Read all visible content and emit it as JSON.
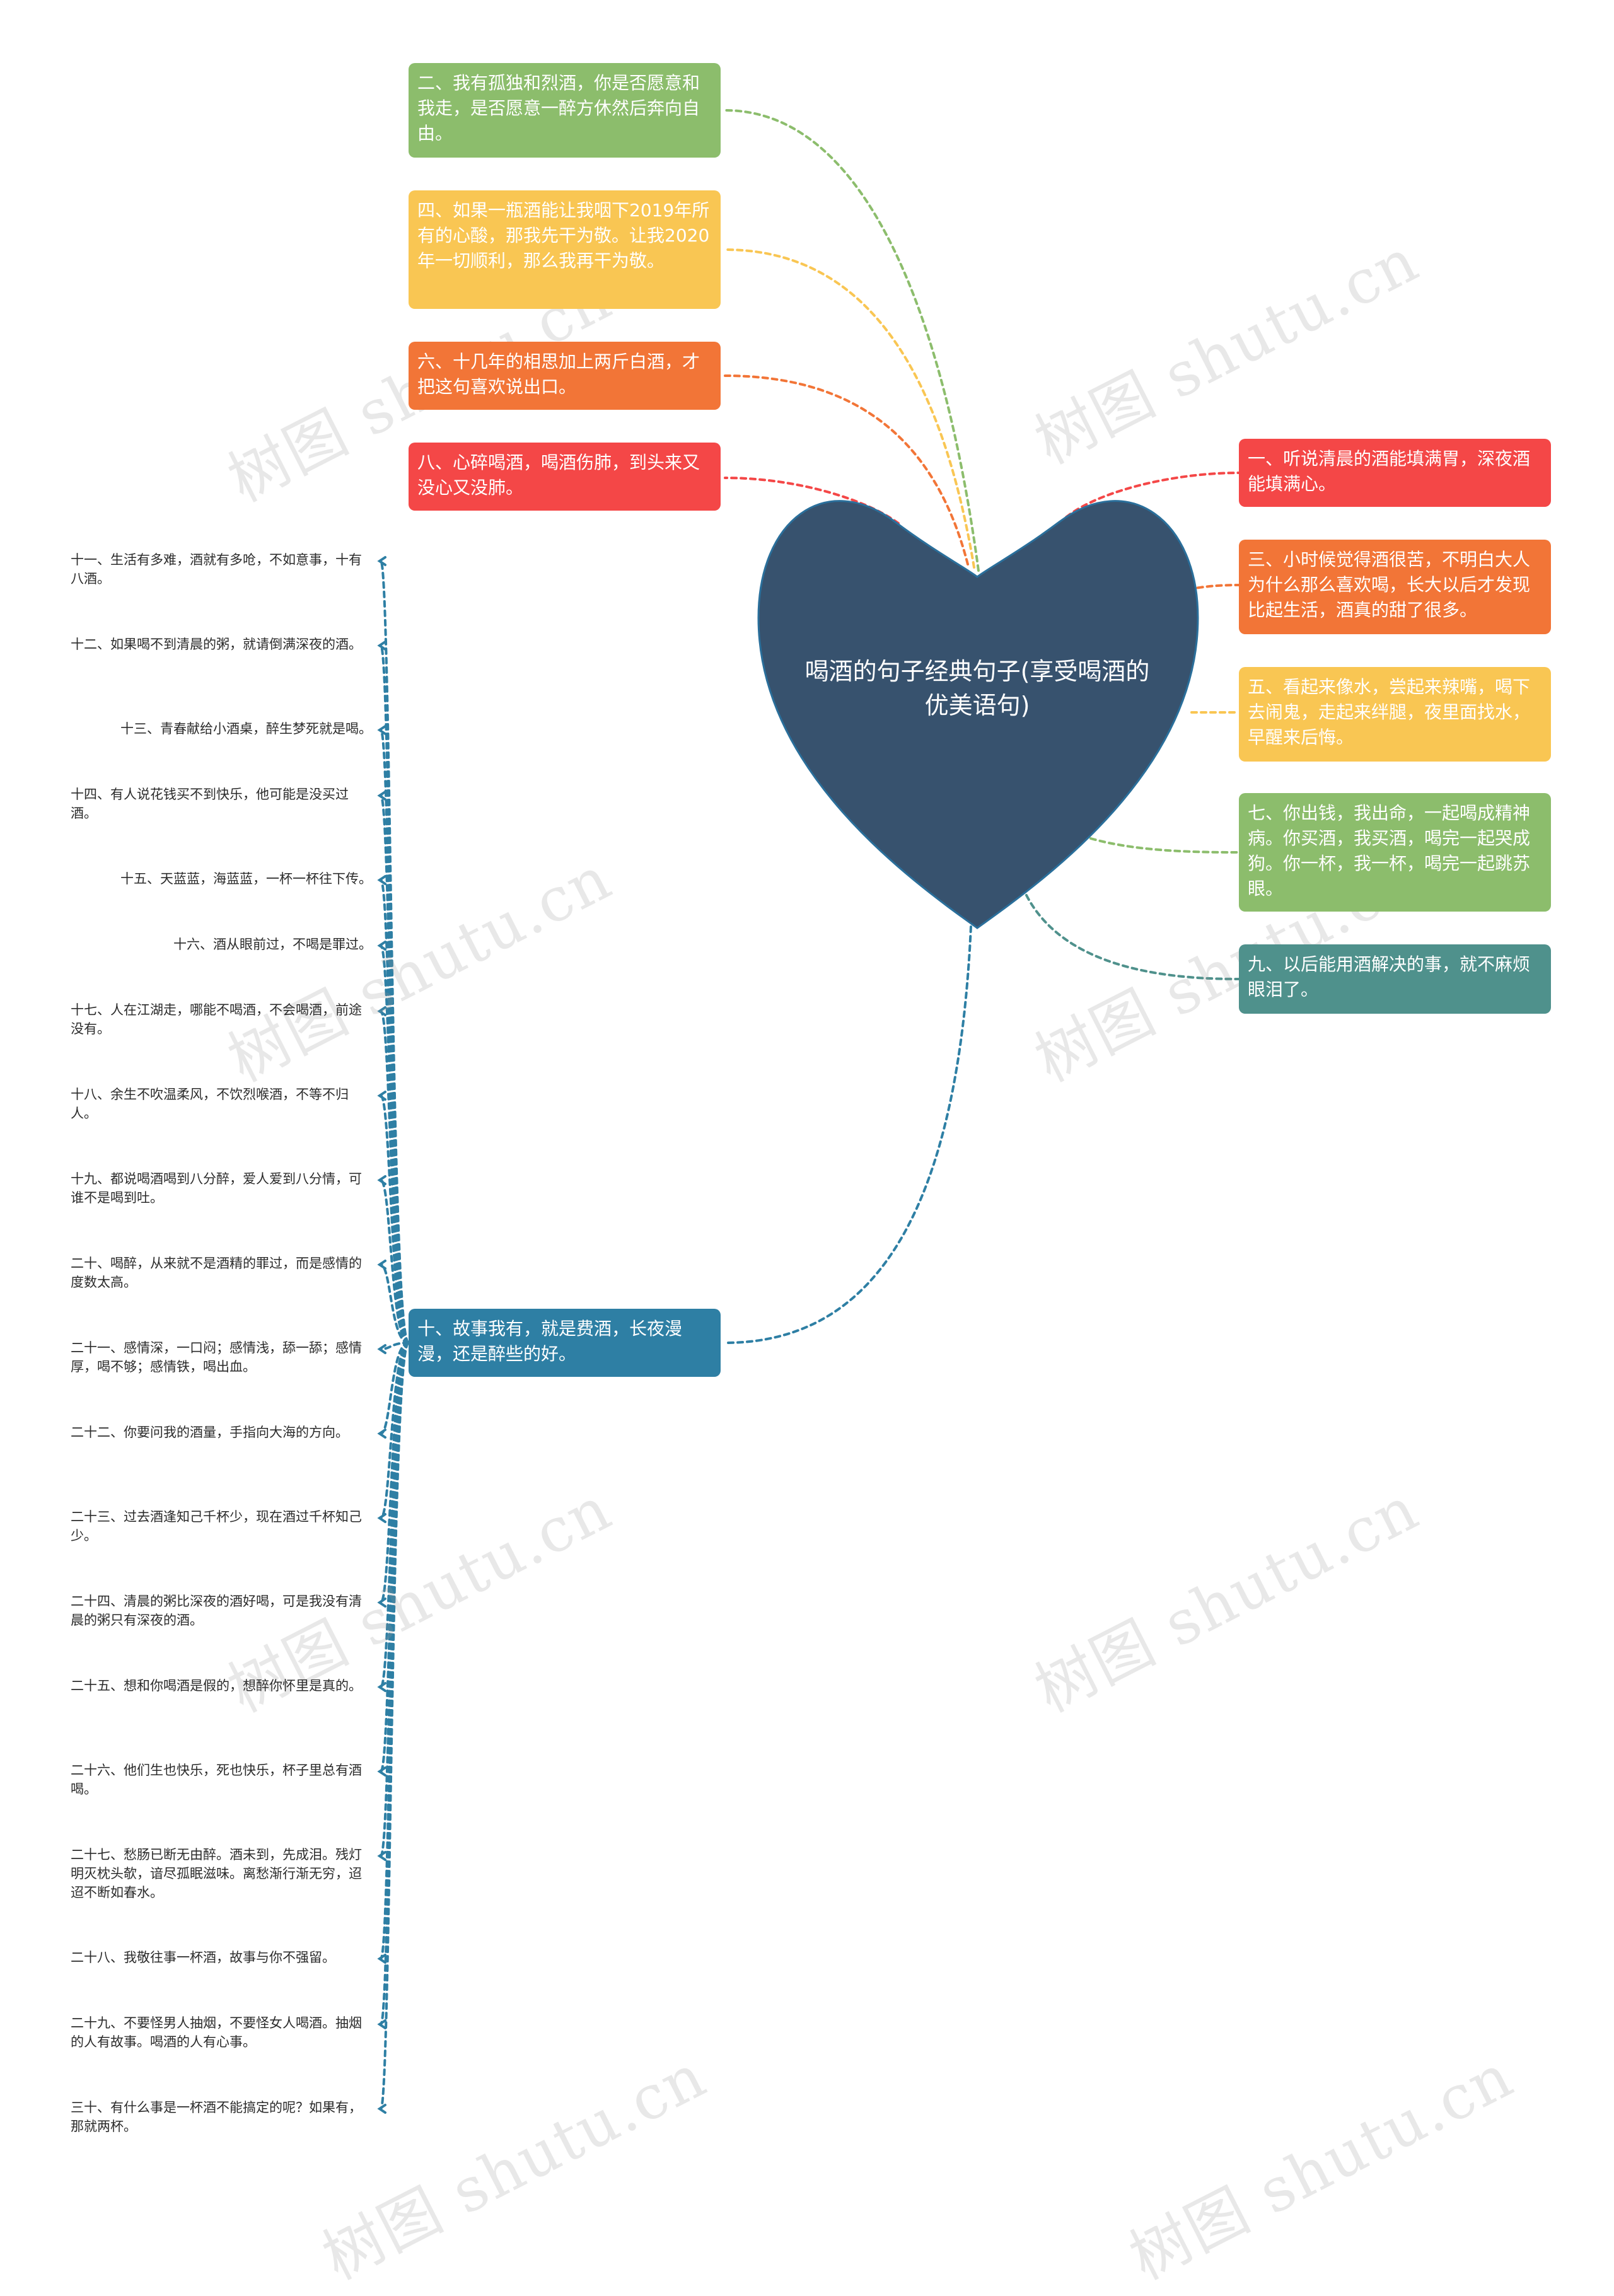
{
  "center": {
    "title": "喝酒的句子经典句子(享受喝酒的优美语句)",
    "color": "#37526e"
  },
  "watermark": "树图 shutu.cn",
  "nodes": {
    "n2": {
      "text": "二、我有孤独和烈酒，你是否愿意和我走，是否愿意一醉方休然后奔向自由。",
      "color": "#8cbd6c"
    },
    "n4": {
      "text": "四、如果一瓶酒能让我咽下2019年所有的心酸，那我先干为敬。让我2020年一切顺利，那么我再干为敬。",
      "color": "#f9c653"
    },
    "n6": {
      "text": "六、十几年的相思加上两斤白酒，才把这句喜欢说出口。",
      "color": "#f27537"
    },
    "n8": {
      "text": "八、心碎喝酒，喝酒伤肺，到头来又没心又没肺。",
      "color": "#f44747"
    },
    "n1": {
      "text": "一、听说清晨的酒能填满胃，深夜酒能填满心。",
      "color": "#f44747"
    },
    "n3": {
      "text": "三、小时候觉得酒很苦，不明白大人为什么那么喜欢喝，长大以后才发现比起生活，酒真的甜了很多。",
      "color": "#f27537"
    },
    "n5": {
      "text": "五、看起来像水，尝起来辣嘴，喝下去闹鬼，走起来绊腿，夜里面找水，早醒来后悔。",
      "color": "#f9c653"
    },
    "n7": {
      "text": "七、你出钱，我出命，一起喝成精神病。你买酒，我买酒，喝完一起哭成狗。你一杯，我一杯，喝完一起跳苏眼。",
      "color": "#8cbd6c"
    },
    "n9": {
      "text": "九、以后能用酒解决的事，就不麻烦眼泪了。",
      "color": "#4f918c"
    },
    "n10": {
      "text": "十、故事我有，就是费酒，长夜漫漫，还是醉些的好。",
      "color": "#2e7fa4"
    }
  },
  "leaves": [
    "十一、生活有多难，酒就有多呛，不如意事，十有八酒。",
    "十二、如果喝不到清晨的粥，就请倒满深夜的酒。",
    "十三、青春献给小酒桌，醉生梦死就是喝。",
    "十四、有人说花钱买不到快乐，他可能是没买过酒。",
    "十五、天蓝蓝，海蓝蓝，一杯一杯往下传。",
    "十六、酒从眼前过，不喝是罪过。",
    "十七、人在江湖走，哪能不喝酒，不会喝酒，前途没有。",
    "十八、余生不吹温柔风，不饮烈喉酒，不等不归人。",
    "十九、都说喝酒喝到八分醉，爱人爱到八分情，可谁不是喝到吐。",
    "二十、喝醉，从来就不是酒精的罪过，而是感情的度数太高。",
    "二十一、感情深，一口闷；感情浅，舔一舔；感情厚，喝不够；感情铁，喝出血。",
    "二十二、你要问我的酒量，手指向大海的方向。",
    "二十三、过去酒逢知己千杯少，现在酒过千杯知己少。",
    "二十四、清晨的粥比深夜的酒好喝，可是我没有清晨的粥只有深夜的酒。",
    "二十五、想和你喝酒是假的，想醉你怀里是真的。",
    "二十六、他们生也快乐，死也快乐，杯子里总有酒喝。",
    "二十七、愁肠已断无由醉。酒未到，先成泪。残灯明灭枕头欹，谙尽孤眠滋味。离愁渐行渐无穷，迢迢不断如春水。",
    "二十八、我敬往事一杯酒，故事与你不强留。",
    "二十九、不要怪男人抽烟，不要怪女人喝酒。抽烟的人有故事。喝酒的人有心事。",
    "三十、有什么事是一杯酒不能搞定的呢？如果有，那就两杯。"
  ]
}
